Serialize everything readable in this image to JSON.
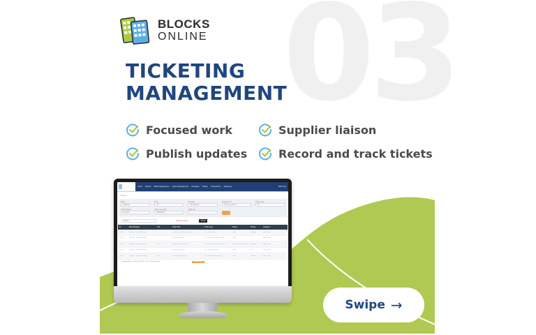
{
  "brand": {
    "name_top": "BLOCKS",
    "name_bottom": "ONLINE",
    "colors": {
      "navy": "#1f467f",
      "green": "#b0c953",
      "light_blue": "#8dc4ea",
      "lime": "#a8cd45"
    }
  },
  "slide_number": "03",
  "title": {
    "line1": "TICKETING",
    "line2": "MANAGEMENT"
  },
  "features": [
    {
      "icon": "check-circle-icon",
      "label": "Focused work"
    },
    {
      "icon": "check-circle-icon",
      "label": "Supplier liaison"
    },
    {
      "icon": "check-circle-icon",
      "label": "Publish updates"
    },
    {
      "icon": "check-circle-icon",
      "label": "Record and track tickets"
    }
  ],
  "app_screenshot": {
    "nav": {
      "items": [
        "Home",
        "Notices",
        "Block Management",
        "Space Management",
        "Occupiers",
        "Tickets",
        "Transactions",
        "Reporting"
      ],
      "user": "Mike Cop"
    },
    "breadcrumb": "Tickets",
    "filters": [
      {
        "label": "Block",
        "value": "All Blocks"
      },
      {
        "label": "Unit",
        "value": "All"
      },
      {
        "label": "Supplier",
        "value": "All Suppliers"
      },
      {
        "label": "Assigned To",
        "value": "Choose a person"
      },
      {
        "label": "Ticket Type",
        "value": "All"
      },
      {
        "label": "Ticket Status",
        "value": "All Active"
      },
      {
        "label": "Action by Date",
        "value": "06/05/2021"
      },
      {
        "label": "Ticket ID",
        "value": ""
      }
    ],
    "search_placeholder": "Search",
    "show_entries": "Show 25 entries",
    "reset_label": "Reset",
    "table": {
      "headers": [
        "ID",
        "Block/Supplier",
        "Unit",
        "Ticket Title",
        "Ticket Type",
        "Status",
        "Priority",
        "Assigned"
      ],
      "rows": [
        [
          "#19512",
          "[RAY01] - Lochfield Court",
          "",
          "Reminder to check insurance",
          "PM - Site Update",
          "Open",
          "Medium",
          "Block Man..."
        ],
        [
          "#19260",
          "[BEN07] - Marchant Road",
          "",
          "Front door key fob",
          "PM - Quotes and Work Orders",
          "Open",
          "-",
          "Block Man..."
        ],
        [
          "#87748",
          "[BEN07] - Marchant Road",
          "Flat 1",
          "Broken gate in car park",
          "PM - Quotes and Work Orders",
          "Wait Client for Decision",
          "Medium",
          "Block Man..."
        ],
        [
          "#19202",
          "[BEN07] - Marchant Road",
          "",
          "Keys for file scope",
          "PM - Keys and Fobs",
          "Open",
          "Low",
          "Block Man..."
        ],
        [
          "#87571",
          "[BEN07] - Marchant Road",
          "Flat 2",
          "Block window enquiry",
          "PM - Leaseholder Enquiry",
          "Open",
          "Medium",
          "Block Man..."
        ]
      ]
    },
    "footer": {
      "copyright": "Copyright Blocks Online Ltd 2016 - 2021 | Privacy Notice",
      "badge": "Raise Ticket"
    }
  },
  "cta": {
    "label": "Swipe",
    "arrow": "→"
  }
}
